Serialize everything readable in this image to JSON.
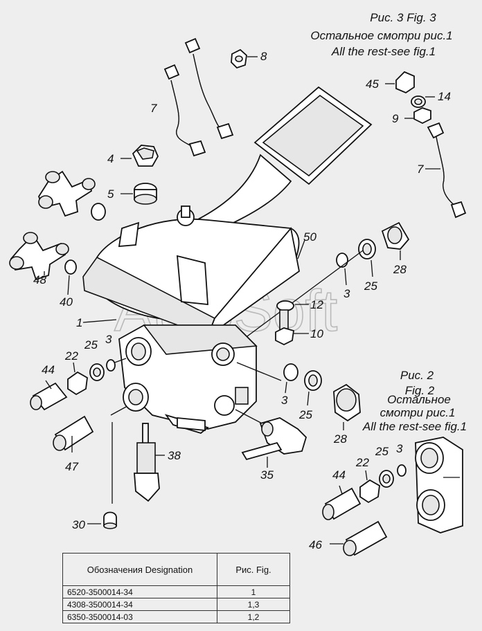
{
  "captions": {
    "fig3": [
      "Рис. 3 Fig. 3",
      "Остальное смотри рис.1",
      "All the rest-see fig.1"
    ],
    "fig2": [
      "Рис. 2",
      "Fig. 2",
      "Остальное",
      "смотри рис.1",
      "All the rest-see fig.1"
    ]
  },
  "watermark": "AutoSoft",
  "labels": {
    "l8": "8",
    "l7a": "7",
    "l4": "4",
    "l5": "5",
    "l45": "45",
    "l14": "14",
    "l9": "9",
    "l7b": "7",
    "l50": "50",
    "l28a": "28",
    "l25a": "25",
    "l3a": "3",
    "l48": "48",
    "l40": "40",
    "l1": "1",
    "l12": "12",
    "l10": "10",
    "l25b": "25",
    "l3b": "3",
    "l44a": "44",
    "l22a": "22",
    "l3c": "3",
    "l25c": "25",
    "l28b": "28",
    "l47": "47",
    "l38": "38",
    "l35": "35",
    "l30": "30",
    "l22b": "22",
    "l25d": "25",
    "l3d": "3",
    "l44b": "44",
    "l46": "46"
  },
  "table": {
    "header": [
      "Обозначения Designation",
      "Рис. Fig."
    ],
    "rows": [
      [
        "6520-3500014-34",
        "1"
      ],
      [
        "4308-3500014-34",
        "1,3"
      ],
      [
        "6350-3500014-03",
        "1,2"
      ]
    ]
  }
}
